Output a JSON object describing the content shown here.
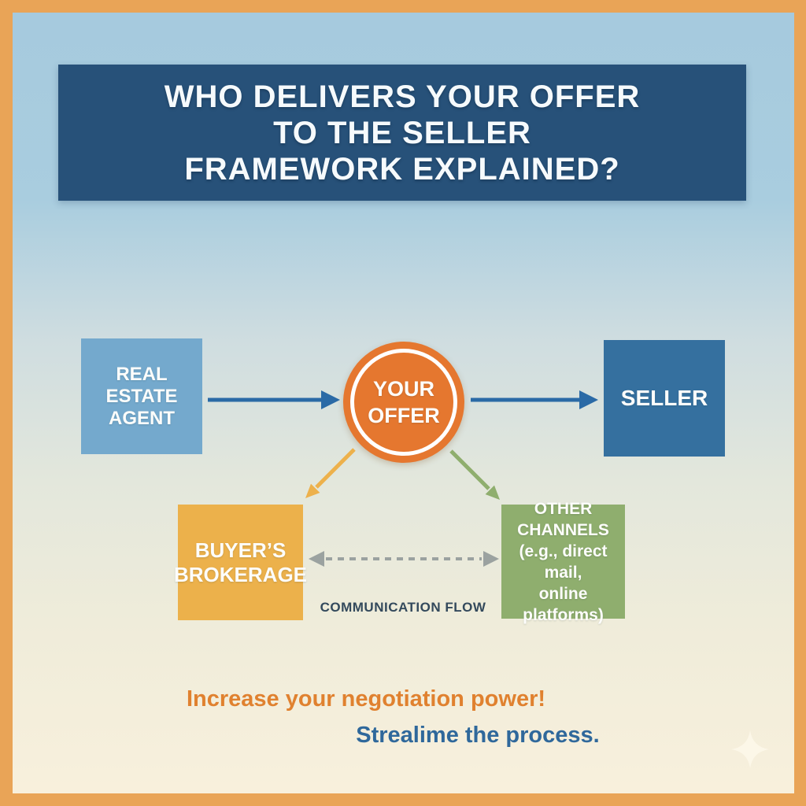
{
  "frame": {
    "border_color": "#e9a457"
  },
  "title": {
    "line1": "WHO DELIVERS YOUR OFFER",
    "line2": "TO THE SELLER",
    "line3": "FRAMEWORK EXPLAINED?",
    "banner_color": "#275179"
  },
  "diagram": {
    "agent_box": {
      "label": "REAL\nESTATE\nAGENT",
      "color": "#74a9cd"
    },
    "offer_circle": {
      "label": "YOUR\nOFFER",
      "color": "#e5772f"
    },
    "seller_box": {
      "label": "SELLER",
      "color": "#35709f"
    },
    "buyer_box": {
      "label": "BUYER’S\nBROKERAGE",
      "color": "#ecb14b"
    },
    "channels_box": {
      "label": "OTHER CHANNELS\n(e.g., direct mail,\nonline platforms)",
      "color": "#8fae6e"
    },
    "flow_label": "COMMUNICATION FLOW",
    "flow_label_color": "#33495c",
    "arrows": {
      "agent_to_offer_color": "#2a6aa6",
      "offer_to_seller_color": "#2a6aa6",
      "offer_to_buyer_color": "#edb14c",
      "offer_to_channels_color": "#8fae6e",
      "communication_dashed_color": "#9ba2a0"
    }
  },
  "footer": {
    "line1": "Increase your negotiation power!",
    "line1_color": "#e0812f",
    "line2": "Strealime the process.",
    "line2_color": "#2f689b"
  },
  "icons": {
    "sparkle": "four-pointed-star",
    "sparkle_color": "#fdf8ea"
  }
}
